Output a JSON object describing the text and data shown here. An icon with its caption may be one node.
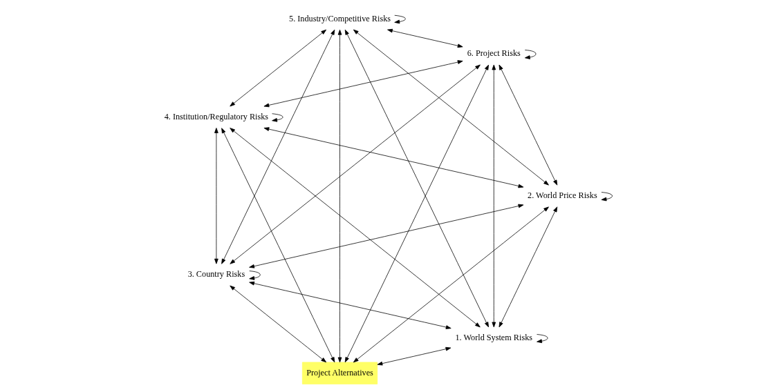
{
  "diagram": {
    "nodes": [
      {
        "text": [
          "1. World System Risks"
        ]
      },
      {
        "text": [
          "2. World Price Risks"
        ]
      },
      {
        "text": [
          "3. Country Risks"
        ]
      },
      {
        "text": [
          "4. Institution/Regulatory Risks"
        ]
      },
      {
        "text": [
          "5. Industry/Competitive Risks"
        ]
      },
      {
        "text": [
          "6. Project Risks"
        ]
      },
      {
        "text": [
          "Project Alternatives"
        ]
      }
    ],
    "edges": [
      {
        "from": 0,
        "to": 0,
        "arrow": "to"
      },
      {
        "from": 1,
        "to": 1,
        "arrow": "to"
      },
      {
        "from": 2,
        "to": 2,
        "arrow": "to"
      },
      {
        "from": 3,
        "to": 3,
        "arrow": "to"
      },
      {
        "from": 4,
        "to": 4,
        "arrow": "to"
      },
      {
        "from": 5,
        "to": 5,
        "arrow": "to"
      },
      {
        "from": 2,
        "to": 3,
        "arrow": "both"
      },
      {
        "from": 1,
        "to": 0,
        "arrow": "both"
      },
      {
        "from": 1,
        "to": 4,
        "arrow": "both"
      },
      {
        "from": 1,
        "to": 2,
        "arrow": "both"
      },
      {
        "from": 1,
        "to": 3,
        "arrow": "both"
      },
      {
        "from": 1,
        "to": 5,
        "arrow": "both"
      },
      {
        "from": 1,
        "to": 6,
        "arrow": "both"
      },
      {
        "from": 0,
        "to": 2,
        "arrow": "both"
      },
      {
        "from": 0,
        "to": 3,
        "arrow": "both"
      },
      {
        "from": 0,
        "to": 4,
        "arrow": "both"
      },
      {
        "from": 0,
        "to": 5,
        "arrow": "both"
      },
      {
        "from": 0,
        "to": 6,
        "arrow": "both"
      },
      {
        "from": 2,
        "to": 4,
        "arrow": "both"
      },
      {
        "from": 2,
        "to": 5,
        "arrow": "both"
      },
      {
        "from": 2,
        "to": 6,
        "arrow": "both"
      },
      {
        "from": 3,
        "to": 4,
        "arrow": "both"
      },
      {
        "from": 3,
        "to": 5,
        "arrow": "both"
      },
      {
        "from": 3,
        "to": 6,
        "arrow": "both"
      },
      {
        "from": 4,
        "to": 5,
        "arrow": "both"
      },
      {
        "from": 4,
        "to": 6,
        "arrow": "both"
      },
      {
        "from": 5,
        "to": 6,
        "arrow": "both"
      }
    ]
  }
}
